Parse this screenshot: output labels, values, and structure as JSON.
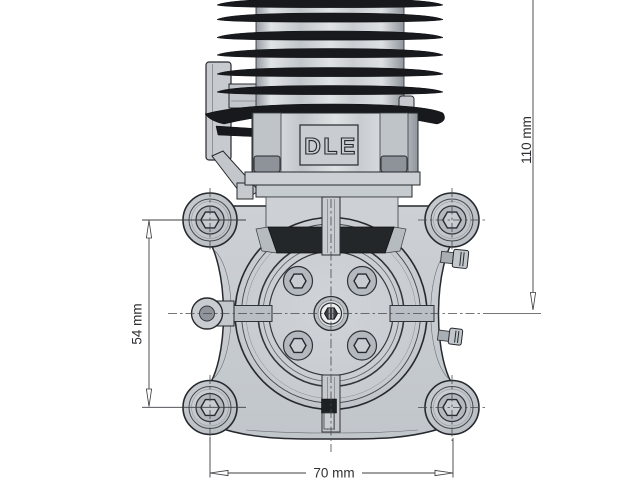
{
  "logo": {
    "text": "DLE"
  },
  "dimensions": {
    "height": {
      "label": "110 mm",
      "value": 110,
      "unit": "mm"
    },
    "mount_height": {
      "label": "54 mm",
      "value": 54,
      "unit": "mm"
    },
    "mount_width": {
      "label": "70 mm",
      "value": 70,
      "unit": "mm"
    }
  },
  "colors": {
    "background": "#ffffff",
    "fin_dark": "#17191c",
    "body_light": "#ced2d6",
    "body_shade": "#a9aeb4",
    "outline_dark": "#26292d",
    "recess_dark": "#24272a",
    "cap_gray": "#8d9399",
    "dim_line": "#3c3f43",
    "dim_text": "#2e3033"
  }
}
